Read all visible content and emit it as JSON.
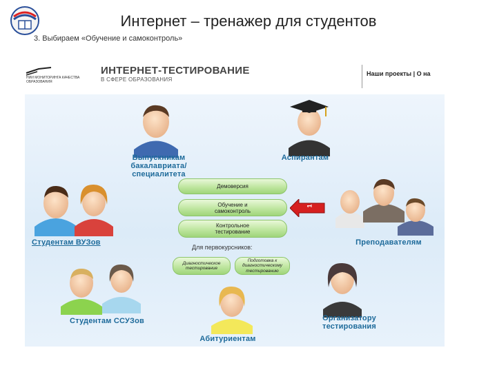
{
  "slide": {
    "title": "Интернет – тренажер для студентов",
    "subtitle": "3. Выбираем «Обучение и самоконтроль»"
  },
  "site_header": {
    "logo_text": "НИИ МОНИТОРИНГА КАЧЕСТВА ОБРАЗОВАНИЯ",
    "title": "ИНТЕРНЕТ-ТЕСТИРОВАНИЕ",
    "subtitle": "В СФЕРЕ ОБРАЗОВАНИЯ",
    "nav": "Наши проекты | О на"
  },
  "groups": {
    "graduates": "Выпускникам бакалавриата/ специалитета",
    "postgrads": "Аспирантам",
    "university_students": "Студентам ВУЗов",
    "teachers": "Преподавателям",
    "college_students": "Студентам ССУЗов",
    "organizers": "Организатору тестирования",
    "applicants": "Абитуриентам"
  },
  "menu": {
    "demo": "Демоверсия",
    "training": "Обучение и самоконтроль",
    "control": "Контрольное тестирование",
    "for_first_year": "Для первокурсников:",
    "diag1": "Диагностическое тестирование",
    "diag2": "Подготовка к диагностическому тестированию"
  },
  "arrow_number": "1",
  "colors": {
    "group_label": "#1d6a9a",
    "menu_button": "#bfe6a0",
    "arrow": "#d62020",
    "panel": "#dcebf8"
  }
}
